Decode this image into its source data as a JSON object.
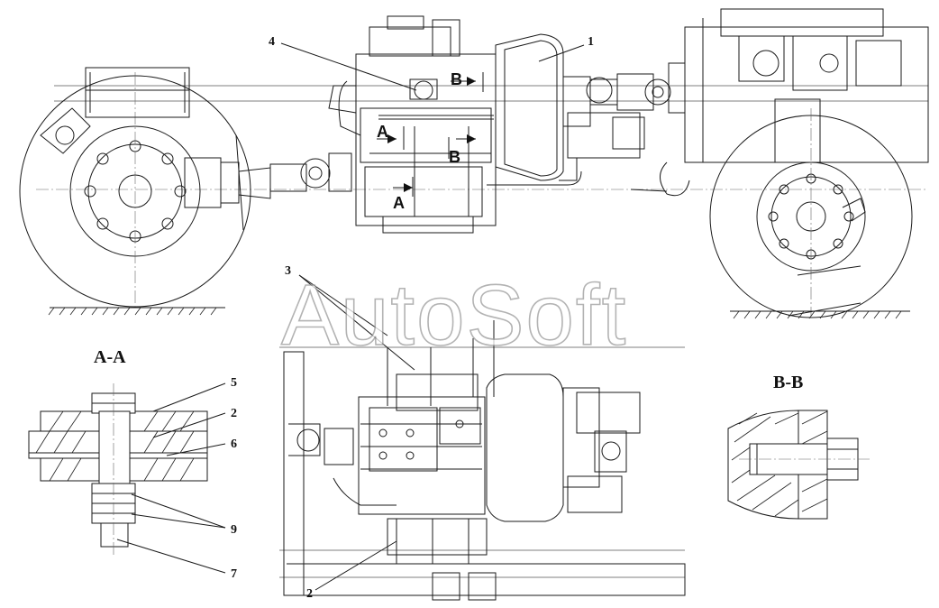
{
  "watermark": "AutoSoft",
  "sections": {
    "aa_title": "A-A",
    "bb_title": "B-B"
  },
  "section_markers": {
    "a1": "A",
    "a2": "A",
    "b1": "B",
    "b2": "B"
  },
  "callouts": {
    "c1": "1",
    "c2a": "2",
    "c2b": "2",
    "c3": "3",
    "c4": "4",
    "c5": "5",
    "c6": "6",
    "c7": "7",
    "c9": "9"
  }
}
